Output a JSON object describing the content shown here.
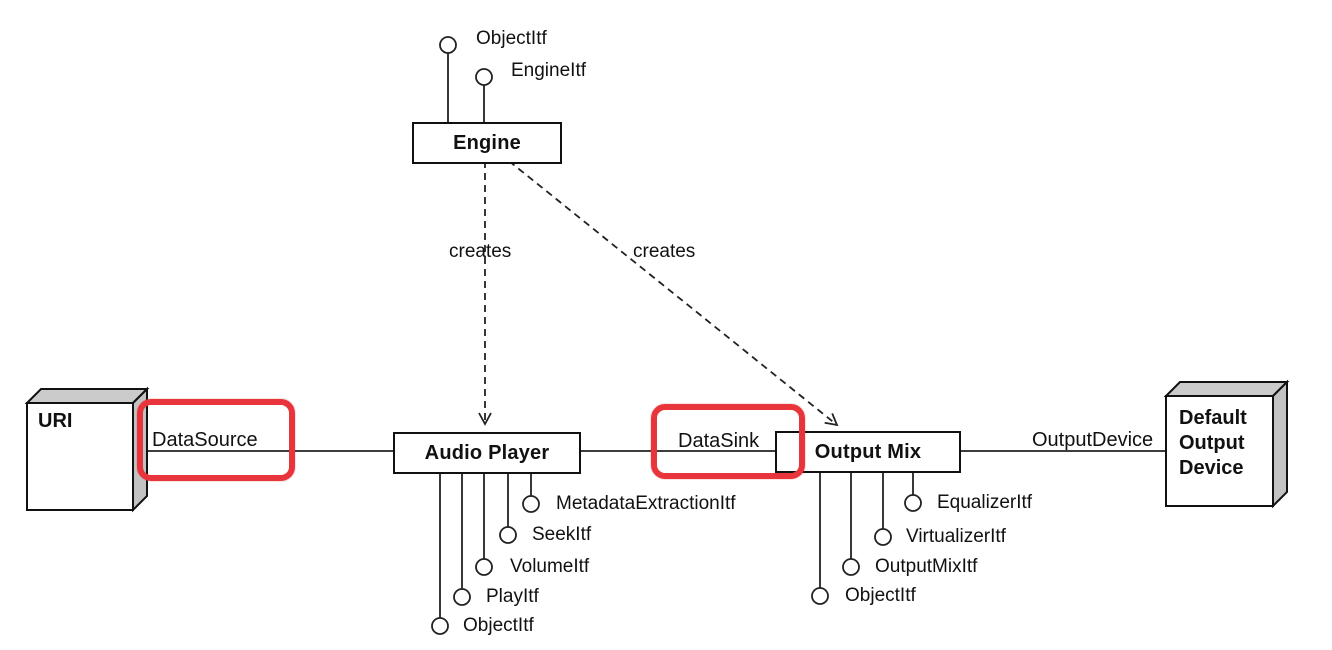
{
  "diagram": {
    "kind": "object-interface-diagram",
    "nodes": {
      "engine": {
        "label": "Engine"
      },
      "audio_player": {
        "label": "Audio Player"
      },
      "output_mix": {
        "label": "Output Mix"
      },
      "uri": {
        "label": "URI"
      },
      "default_output_device": {
        "label": "Default\nOutput\nDevice"
      }
    },
    "edges": {
      "creates_left": {
        "label": "creates",
        "style": "dashed-arrow"
      },
      "creates_right": {
        "label": "creates",
        "style": "dashed-arrow"
      },
      "data_source": {
        "label": "DataSource",
        "highlighted": true
      },
      "data_sink": {
        "label": "DataSink",
        "highlighted": true
      },
      "output_device": {
        "label": "OutputDevice",
        "highlighted": false
      }
    },
    "interfaces": {
      "engine": [
        {
          "label": "ObjectItf"
        },
        {
          "label": "EngineItf"
        }
      ],
      "audio_player": [
        {
          "label": "ObjectItf"
        },
        {
          "label": "PlayItf"
        },
        {
          "label": "VolumeItf"
        },
        {
          "label": "SeekItf"
        },
        {
          "label": "MetadataExtractionItf"
        }
      ],
      "output_mix": [
        {
          "label": "ObjectItf"
        },
        {
          "label": "OutputMixItf"
        },
        {
          "label": "VirtualizerItf"
        },
        {
          "label": "EqualizerItf"
        }
      ]
    },
    "colors": {
      "highlight_red": "#e8353b",
      "line": "#333333",
      "box_border": "#111111",
      "face_top": "#cbcbcb",
      "face_side": "#c2c2c2",
      "background": "#ffffff"
    }
  }
}
